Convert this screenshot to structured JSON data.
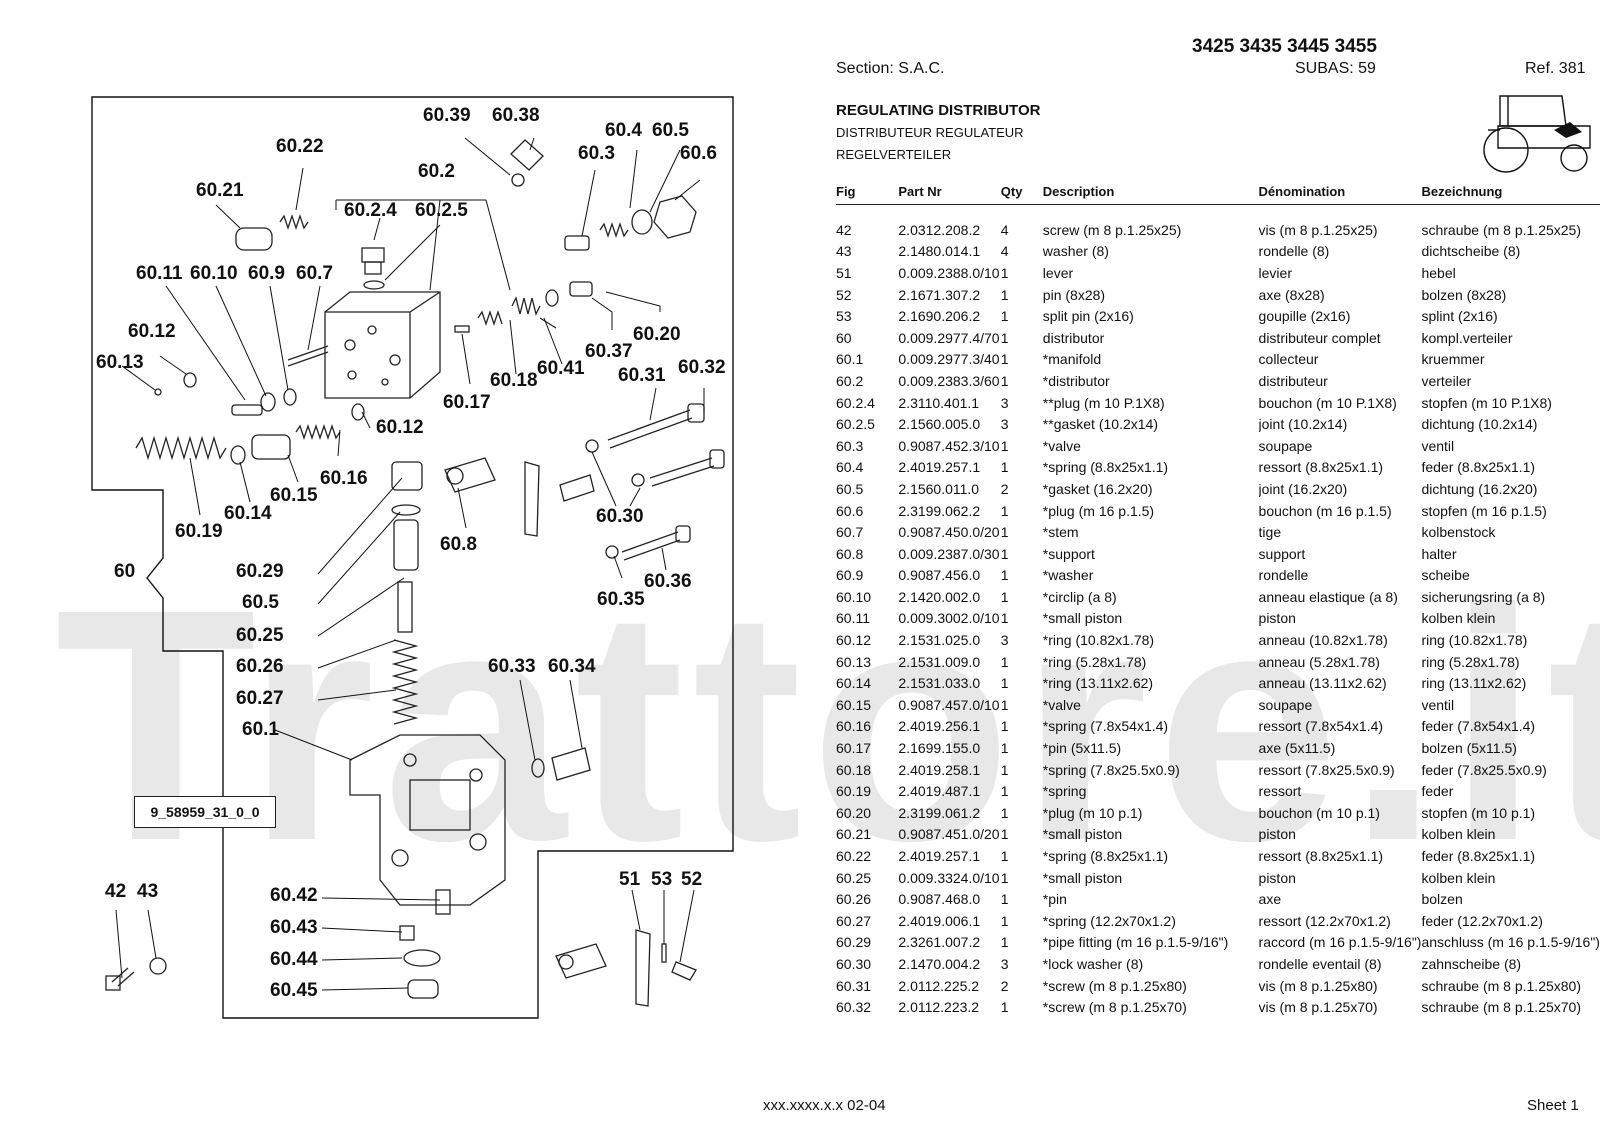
{
  "header": {
    "models": "3425 3435 3445 3455",
    "section": "Section: S.A.C.",
    "subas": "SUBAS: 59",
    "ref": "Ref. 381",
    "title_en": "REGULATING DISTRIBUTOR",
    "title_fr": "DISTRIBUTEUR REGULATEUR",
    "title_de": "REGELVERTEILER"
  },
  "diagram": {
    "id_label": "9_58959_31_0_0",
    "watermark": "Trattore.it",
    "callouts": [
      "60.39",
      "60.38",
      "60.4",
      "60.5",
      "60.22",
      "60.3",
      "60.6",
      "60.2",
      "60.21",
      "60.2.4",
      "60.2.5",
      "60.11",
      "60.10",
      "60.9",
      "60.7",
      "60.12",
      "60.20",
      "60.13",
      "60.37",
      "60.41",
      "60.18",
      "60.31",
      "60.32",
      "60.17",
      "60.12",
      "60.16",
      "60.15",
      "60.14",
      "60.19",
      "60.30",
      "60.8",
      "60",
      "60.29",
      "60.36",
      "60.5",
      "60.35",
      "60.25",
      "60.26",
      "60.33",
      "60.34",
      "60.27",
      "60.1",
      "60.42",
      "42",
      "43",
      "51",
      "53",
      "52",
      "60.43",
      "60.44",
      "60.45"
    ]
  },
  "table": {
    "columns": [
      "Fig",
      "Part Nr",
      "Qty",
      "Description",
      "Dénomination",
      "Bezeichnung"
    ],
    "rows": [
      [
        "42",
        "2.0312.208.2",
        "4",
        "screw (m 8 p.1.25x25)",
        "vis (m 8 p.1.25x25)",
        "schraube (m 8 p.1.25x25)"
      ],
      [
        "43",
        "2.1480.014.1",
        "4",
        "washer (8)",
        "rondelle (8)",
        "dichtscheibe (8)"
      ],
      [
        "51",
        "0.009.2388.0/10",
        "1",
        "lever",
        "levier",
        "hebel"
      ],
      [
        "52",
        "2.1671.307.2",
        "1",
        "pin (8x28)",
        "axe (8x28)",
        "bolzen (8x28)"
      ],
      [
        "53",
        "2.1690.206.2",
        "1",
        "split pin (2x16)",
        "goupille (2x16)",
        "splint (2x16)"
      ],
      [
        "60",
        "0.009.2977.4/70",
        "1",
        "distributor",
        "distributeur complet",
        "kompl.verteiler"
      ],
      [
        "60.1",
        "0.009.2977.3/40",
        "1",
        "*manifold",
        "collecteur",
        "kruemmer"
      ],
      [
        "60.2",
        "0.009.2383.3/60",
        "1",
        "*distributor",
        "distributeur",
        "verteiler"
      ],
      [
        "60.2.4",
        "2.3110.401.1",
        "3",
        "**plug (m 10 P.1X8)",
        "bouchon (m 10 P.1X8)",
        "stopfen (m 10 P.1X8)"
      ],
      [
        "60.2.5",
        "2.1560.005.0",
        "3",
        "**gasket (10.2x14)",
        "joint (10.2x14)",
        "dichtung (10.2x14)"
      ],
      [
        "60.3",
        "0.9087.452.3/10",
        "1",
        "*valve",
        "soupape",
        "ventil"
      ],
      [
        "60.4",
        "2.4019.257.1",
        "1",
        "*spring (8.8x25x1.1)",
        "ressort (8.8x25x1.1)",
        "feder (8.8x25x1.1)"
      ],
      [
        "60.5",
        "2.1560.011.0",
        "2",
        "*gasket (16.2x20)",
        "joint (16.2x20)",
        "dichtung (16.2x20)"
      ],
      [
        "60.6",
        "2.3199.062.2",
        "1",
        "*plug (m 16 p.1.5)",
        "bouchon (m 16 p.1.5)",
        "stopfen (m 16 p.1.5)"
      ],
      [
        "60.7",
        "0.9087.450.0/20",
        "1",
        "*stem",
        "tige",
        "kolbenstock"
      ],
      [
        "60.8",
        "0.009.2387.0/30",
        "1",
        "*support",
        "support",
        "halter"
      ],
      [
        "60.9",
        "0.9087.456.0",
        "1",
        "*washer",
        "rondelle",
        "scheibe"
      ],
      [
        "60.10",
        "2.1420.002.0",
        "1",
        "*circlip (a 8)",
        "anneau elastique (a 8)",
        "sicherungsring (a 8)"
      ],
      [
        "60.11",
        "0.009.3002.0/10",
        "1",
        "*small piston",
        "piston",
        "kolben klein"
      ],
      [
        "60.12",
        "2.1531.025.0",
        "3",
        "*ring (10.82x1.78)",
        "anneau (10.82x1.78)",
        "ring (10.82x1.78)"
      ],
      [
        "60.13",
        "2.1531.009.0",
        "1",
        "*ring (5.28x1.78)",
        "anneau (5.28x1.78)",
        "ring (5.28x1.78)"
      ],
      [
        "60.14",
        "2.1531.033.0",
        "1",
        "*ring (13.11x2.62)",
        "anneau (13.11x2.62)",
        "ring (13.11x2.62)"
      ],
      [
        "60.15",
        "0.9087.457.0/10",
        "1",
        "*valve",
        "soupape",
        "ventil"
      ],
      [
        "60.16",
        "2.4019.256.1",
        "1",
        "*spring (7.8x54x1.4)",
        "ressort (7.8x54x1.4)",
        "feder (7.8x54x1.4)"
      ],
      [
        "60.17",
        "2.1699.155.0",
        "1",
        "*pin (5x11.5)",
        "axe (5x11.5)",
        "bolzen (5x11.5)"
      ],
      [
        "60.18",
        "2.4019.258.1",
        "1",
        "*spring (7.8x25.5x0.9)",
        "ressort (7.8x25.5x0.9)",
        "feder (7.8x25.5x0.9)"
      ],
      [
        "60.19",
        "2.4019.487.1",
        "1",
        "*spring",
        "ressort",
        "feder"
      ],
      [
        "60.20",
        "2.3199.061.2",
        "1",
        "*plug (m 10 p.1)",
        "bouchon (m 10 p.1)",
        "stopfen (m 10 p.1)"
      ],
      [
        "60.21",
        "0.9087.451.0/20",
        "1",
        "*small piston",
        "piston",
        "kolben klein"
      ],
      [
        "60.22",
        "2.4019.257.1",
        "1",
        "*spring (8.8x25x1.1)",
        "ressort (8.8x25x1.1)",
        "feder (8.8x25x1.1)"
      ],
      [
        "60.25",
        "0.009.3324.0/10",
        "1",
        "*small piston",
        "piston",
        "kolben klein"
      ],
      [
        "60.26",
        "0.9087.468.0",
        "1",
        "*pin",
        "axe",
        "bolzen"
      ],
      [
        "60.27",
        "2.4019.006.1",
        "1",
        "*spring (12.2x70x1.2)",
        "ressort (12.2x70x1.2)",
        "feder (12.2x70x1.2)"
      ],
      [
        "60.29",
        "2.3261.007.2",
        "1",
        "*pipe fitting (m 16 p.1.5-9/16\")",
        "raccord (m 16 p.1.5-9/16\")",
        "anschluss (m 16 p.1.5-9/16\")"
      ],
      [
        "60.30",
        "2.1470.004.2",
        "3",
        "*lock washer (8)",
        "rondelle eventail (8)",
        "zahnscheibe (8)"
      ],
      [
        "60.31",
        "2.0112.225.2",
        "2",
        "*screw (m 8 p.1.25x80)",
        "vis (m 8 p.1.25x80)",
        "schraube (m 8 p.1.25x80)"
      ],
      [
        "60.32",
        "2.0112.223.2",
        "1",
        "*screw (m 8 p.1.25x70)",
        "vis (m 8 p.1.25x70)",
        "schraube (m 8 p.1.25x70)"
      ]
    ]
  },
  "footer": {
    "code": "xxx.xxxx.x.x  02-04",
    "sheet": "Sheet 1"
  }
}
